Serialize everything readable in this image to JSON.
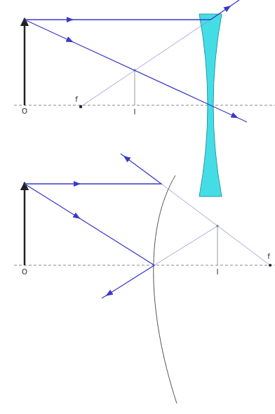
{
  "diagram": {
    "labels": [
      "O",
      "f",
      "I",
      "O",
      "I",
      "f"
    ]
  }
}
